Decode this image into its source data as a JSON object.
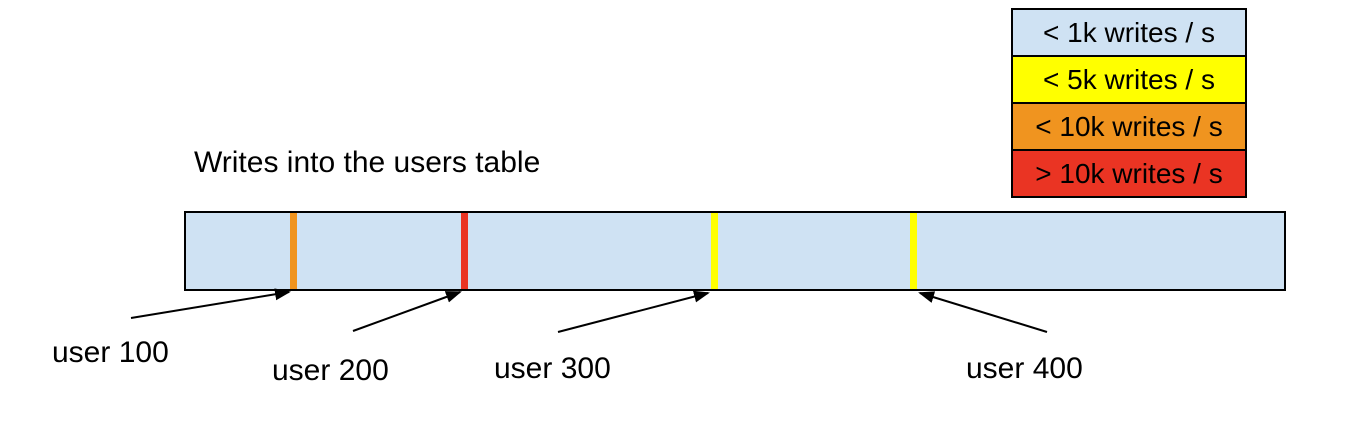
{
  "title": "Writes into the users table",
  "legend": {
    "items": [
      {
        "label": "< 1k writes / s",
        "color": "#cfe2f3"
      },
      {
        "label": "< 5k writes / s",
        "color": "#ffff00"
      },
      {
        "label": "< 10k writes / s",
        "color": "#f0941f"
      },
      {
        "label": "> 10k writes / s",
        "color": "#ea3423"
      }
    ]
  },
  "bar": {
    "fill_color": "#cfe2f3",
    "stripes": [
      {
        "user": "user 100",
        "write_rate": "< 10k writes / s",
        "color": "#f0941f"
      },
      {
        "user": "user 200",
        "write_rate": "> 10k writes / s",
        "color": "#ea3423"
      },
      {
        "user": "user 300",
        "write_rate": "< 5k writes / s",
        "color": "#ffff00"
      },
      {
        "user": "user 400",
        "write_rate": "< 5k writes / s",
        "color": "#ffff00"
      }
    ]
  }
}
